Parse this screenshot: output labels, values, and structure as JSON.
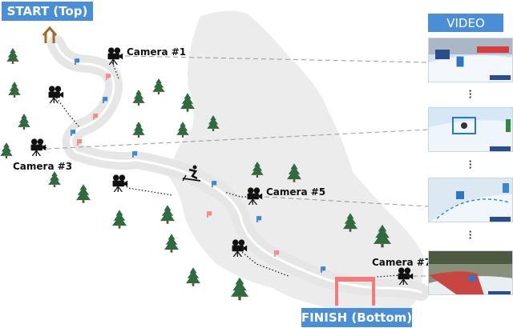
{
  "labels": {
    "start": "START (Top)",
    "finish": "FINISH (Bottom)",
    "video": "VIDEO"
  },
  "cameras": [
    {
      "id": 1,
      "label": "Camera #1"
    },
    {
      "id": 3,
      "label": "Camera #3"
    },
    {
      "id": 5,
      "label": "Camera #5"
    },
    {
      "id": 7,
      "label": "Camera #7"
    }
  ],
  "colors": {
    "tag_background": "#4a8fd6",
    "mountain": "#ededed",
    "gate_red": "#f28a8a",
    "gate_blue": "#3a87d8",
    "tree": "#2f6b3f",
    "start_marker": "#a26a2a",
    "finish_gate": "#f47b7b"
  },
  "icons": [
    "start-house-icon",
    "camera-icon",
    "skier-icon",
    "finish-gate-icon",
    "tree-icon",
    "gate-flag-icon"
  ]
}
